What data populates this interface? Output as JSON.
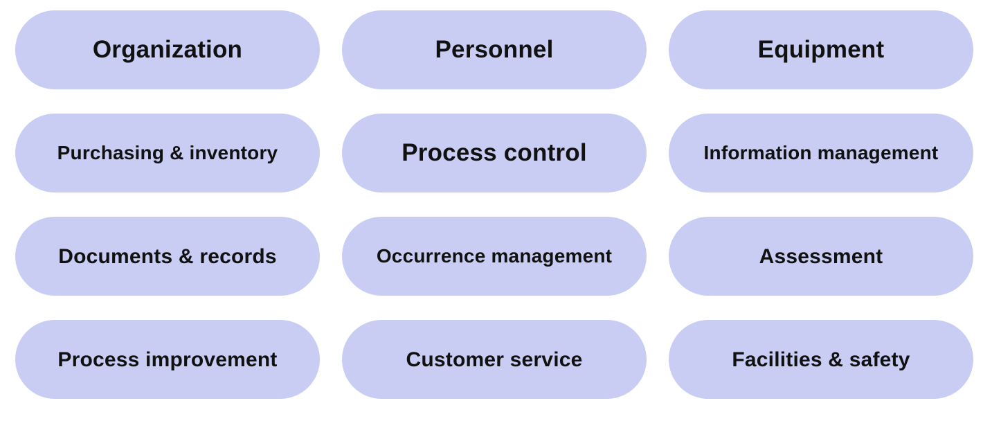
{
  "page": {
    "background_color": "#ffffff"
  },
  "pills": {
    "fill_color": "#c9cdf3",
    "text_color": "#111111",
    "items": [
      {
        "label": "Organization",
        "size": "large"
      },
      {
        "label": "Personnel",
        "size": "large"
      },
      {
        "label": "Equipment",
        "size": "large"
      },
      {
        "label": "Purchasing & inventory",
        "size": "small"
      },
      {
        "label": "Process control",
        "size": "large"
      },
      {
        "label": "Information management",
        "size": "small"
      },
      {
        "label": "Documents & records",
        "size": "medium"
      },
      {
        "label": "Occurrence management",
        "size": "small"
      },
      {
        "label": "Assessment",
        "size": "medium"
      },
      {
        "label": "Process improvement",
        "size": "medium"
      },
      {
        "label": "Customer service",
        "size": "medium"
      },
      {
        "label": "Facilities & safety",
        "size": "medium"
      }
    ]
  }
}
